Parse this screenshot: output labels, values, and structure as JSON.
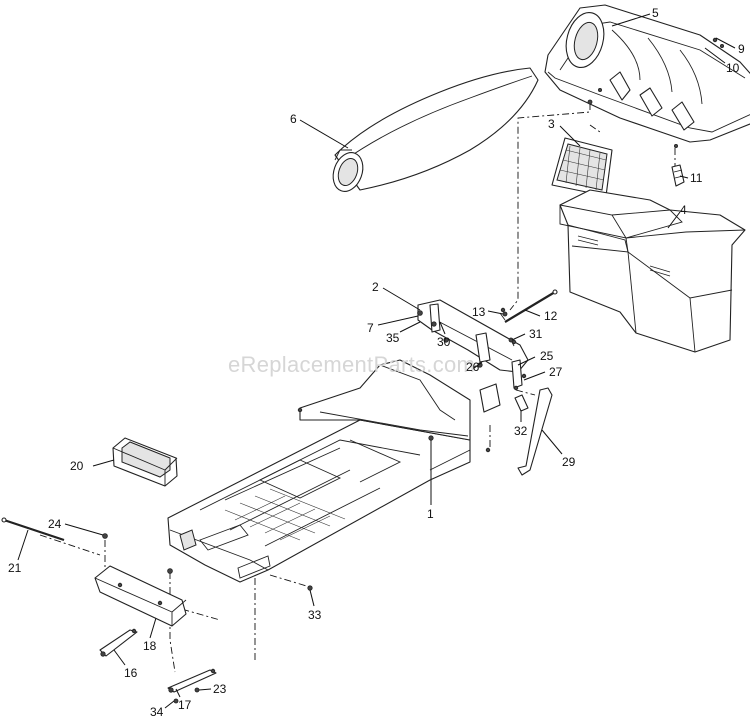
{
  "watermark": "eReplacementParts.com",
  "callouts": [
    {
      "id": "5",
      "label": "5"
    },
    {
      "id": "9",
      "label": "9"
    },
    {
      "id": "10",
      "label": "10"
    },
    {
      "id": "6",
      "label": "6"
    },
    {
      "id": "3",
      "label": "3"
    },
    {
      "id": "11",
      "label": "11"
    },
    {
      "id": "4",
      "label": "4"
    },
    {
      "id": "2",
      "label": "2"
    },
    {
      "id": "13",
      "label": "13"
    },
    {
      "id": "12",
      "label": "12"
    },
    {
      "id": "7",
      "label": "7"
    },
    {
      "id": "35",
      "label": "35"
    },
    {
      "id": "30",
      "label": "30"
    },
    {
      "id": "31",
      "label": "31"
    },
    {
      "id": "25",
      "label": "25"
    },
    {
      "id": "26",
      "label": "26"
    },
    {
      "id": "27",
      "label": "27"
    },
    {
      "id": "32",
      "label": "32"
    },
    {
      "id": "29",
      "label": "29"
    },
    {
      "id": "20",
      "label": "20"
    },
    {
      "id": "1",
      "label": "1"
    },
    {
      "id": "24",
      "label": "24"
    },
    {
      "id": "21",
      "label": "21"
    },
    {
      "id": "18",
      "label": "18"
    },
    {
      "id": "33",
      "label": "33"
    },
    {
      "id": "16",
      "label": "16"
    },
    {
      "id": "23",
      "label": "23"
    },
    {
      "id": "17",
      "label": "17"
    },
    {
      "id": "34",
      "label": "34"
    }
  ]
}
